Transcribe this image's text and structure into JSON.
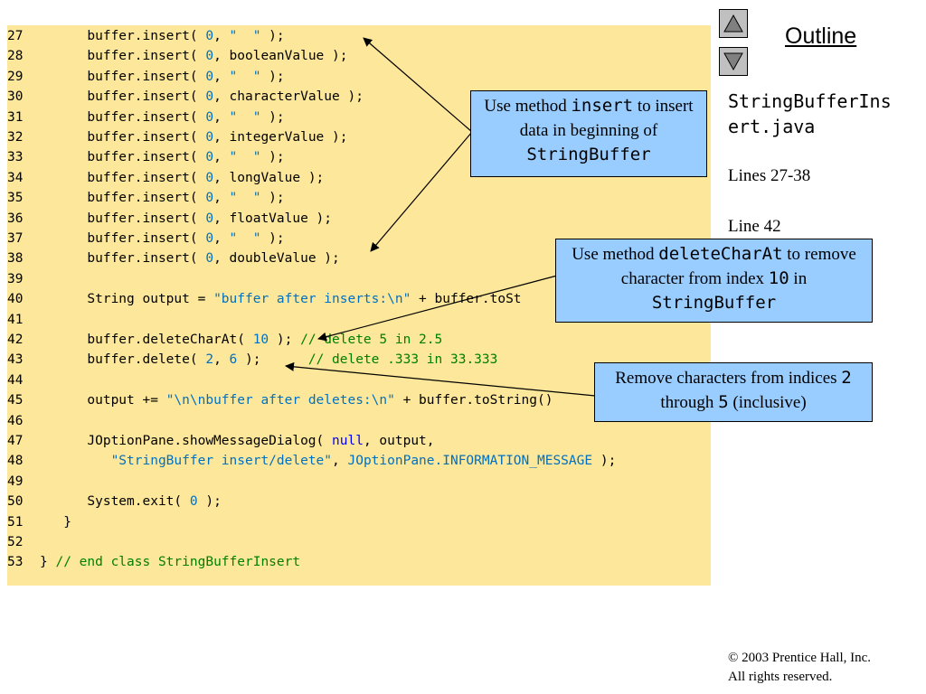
{
  "outline": {
    "label": "Outline"
  },
  "nav": {
    "up_icon": "triangle-up-icon",
    "down_icon": "triangle-down-icon"
  },
  "sidebar": {
    "filename": "StringBufferIns\nert.java",
    "lines_note": "Lines 27-38",
    "line_note": "Line 42"
  },
  "code_lines": [
    {
      "num": "27",
      "tokens": [
        [
          "t",
          "      buffer.insert( "
        ],
        [
          "n",
          "0"
        ],
        [
          "t",
          ", "
        ],
        [
          "s",
          "\"  \""
        ],
        [
          "t",
          " );"
        ]
      ]
    },
    {
      "num": "28",
      "tokens": [
        [
          "t",
          "      buffer.insert( "
        ],
        [
          "n",
          "0"
        ],
        [
          "t",
          ", booleanValue );"
        ]
      ]
    },
    {
      "num": "29",
      "tokens": [
        [
          "t",
          "      buffer.insert( "
        ],
        [
          "n",
          "0"
        ],
        [
          "t",
          ", "
        ],
        [
          "s",
          "\"  \""
        ],
        [
          "t",
          " );"
        ]
      ]
    },
    {
      "num": "30",
      "tokens": [
        [
          "t",
          "      buffer.insert( "
        ],
        [
          "n",
          "0"
        ],
        [
          "t",
          ", characterValue );"
        ]
      ]
    },
    {
      "num": "31",
      "tokens": [
        [
          "t",
          "      buffer.insert( "
        ],
        [
          "n",
          "0"
        ],
        [
          "t",
          ", "
        ],
        [
          "s",
          "\"  \""
        ],
        [
          "t",
          " );"
        ]
      ]
    },
    {
      "num": "32",
      "tokens": [
        [
          "t",
          "      buffer.insert( "
        ],
        [
          "n",
          "0"
        ],
        [
          "t",
          ", integerValue );"
        ]
      ]
    },
    {
      "num": "33",
      "tokens": [
        [
          "t",
          "      buffer.insert( "
        ],
        [
          "n",
          "0"
        ],
        [
          "t",
          ", "
        ],
        [
          "s",
          "\"  \""
        ],
        [
          "t",
          " );"
        ]
      ]
    },
    {
      "num": "34",
      "tokens": [
        [
          "t",
          "      buffer.insert( "
        ],
        [
          "n",
          "0"
        ],
        [
          "t",
          ", longValue );"
        ]
      ]
    },
    {
      "num": "35",
      "tokens": [
        [
          "t",
          "      buffer.insert( "
        ],
        [
          "n",
          "0"
        ],
        [
          "t",
          ", "
        ],
        [
          "s",
          "\"  \""
        ],
        [
          "t",
          " );"
        ]
      ]
    },
    {
      "num": "36",
      "tokens": [
        [
          "t",
          "      buffer.insert( "
        ],
        [
          "n",
          "0"
        ],
        [
          "t",
          ", floatValue );"
        ]
      ]
    },
    {
      "num": "37",
      "tokens": [
        [
          "t",
          "      buffer.insert( "
        ],
        [
          "n",
          "0"
        ],
        [
          "t",
          ", "
        ],
        [
          "s",
          "\"  \""
        ],
        [
          "t",
          " );"
        ]
      ]
    },
    {
      "num": "38",
      "tokens": [
        [
          "t",
          "      buffer.insert( "
        ],
        [
          "n",
          "0"
        ],
        [
          "t",
          ", doubleValue );"
        ]
      ]
    },
    {
      "num": "39",
      "tokens": []
    },
    {
      "num": "40",
      "tokens": [
        [
          "t",
          "      String output = "
        ],
        [
          "s",
          "\"buffer after inserts:\\n\""
        ],
        [
          "t",
          " + buffer.toSt"
        ]
      ]
    },
    {
      "num": "41",
      "tokens": []
    },
    {
      "num": "42",
      "tokens": [
        [
          "t",
          "      buffer.deleteCharAt( "
        ],
        [
          "n",
          "10"
        ],
        [
          "t",
          " ); "
        ],
        [
          "c",
          "// delete 5 in 2.5"
        ]
      ]
    },
    {
      "num": "43",
      "tokens": [
        [
          "t",
          "      buffer.delete( "
        ],
        [
          "n",
          "2"
        ],
        [
          "t",
          ", "
        ],
        [
          "n",
          "6"
        ],
        [
          "t",
          " );      "
        ],
        [
          "c",
          "// delete .333 in 33.333"
        ]
      ]
    },
    {
      "num": "44",
      "tokens": []
    },
    {
      "num": "45",
      "tokens": [
        [
          "t",
          "      output += "
        ],
        [
          "s",
          "\"\\n\\nbuffer after deletes:\\n\""
        ],
        [
          "t",
          " + buffer.toString()"
        ]
      ]
    },
    {
      "num": "46",
      "tokens": []
    },
    {
      "num": "47",
      "tokens": [
        [
          "t",
          "      JOptionPane.showMessageDialog( "
        ],
        [
          "k",
          "null"
        ],
        [
          "t",
          ", output,"
        ]
      ]
    },
    {
      "num": "48",
      "tokens": [
        [
          "t",
          "         "
        ],
        [
          "s",
          "\"StringBuffer insert/delete\""
        ],
        [
          "t",
          ", "
        ],
        [
          "s",
          "JOptionPane.INFORMATION_MESSAGE"
        ],
        [
          "t",
          " );"
        ]
      ]
    },
    {
      "num": "49",
      "tokens": []
    },
    {
      "num": "50",
      "tokens": [
        [
          "t",
          "      System.exit( "
        ],
        [
          "n",
          "0"
        ],
        [
          "t",
          " );"
        ]
      ]
    },
    {
      "num": "51",
      "tokens": [
        [
          "t",
          "   }"
        ]
      ]
    },
    {
      "num": "52",
      "tokens": []
    },
    {
      "num": "53",
      "tokens": [
        [
          "t",
          "} "
        ],
        [
          "c",
          "// end class StringBufferInsert"
        ]
      ]
    }
  ],
  "callouts": {
    "insert": {
      "pre": "Use method ",
      "code": "insert",
      "mid": " to insert data in beginning of ",
      "code2": "StringBuffer"
    },
    "delete_char": {
      "pre": "Use method ",
      "code": "deleteCharAt",
      "mid": " to remove character from index ",
      "code2": "10",
      "post": " in ",
      "code3": "StringBuffer"
    },
    "remove": {
      "pre": "Remove characters from indices ",
      "code": "2",
      "mid": " through ",
      "code2": "5",
      "post": " (inclusive)"
    }
  },
  "copyright": {
    "line1": "© 2003 Prentice Hall, Inc.",
    "line2": "All rights reserved."
  }
}
